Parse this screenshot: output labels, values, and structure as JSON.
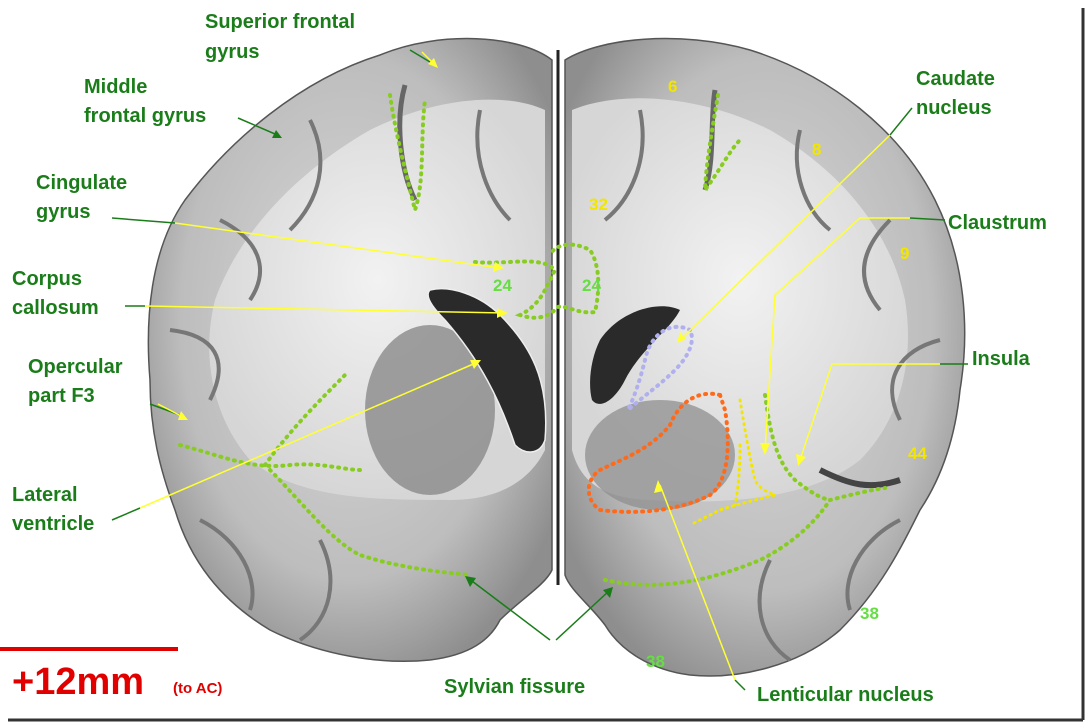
{
  "colors": {
    "label_green": "#1a7d1a",
    "pointer_yellow": "#ffff33",
    "number_yellow": "#f2e600",
    "number_green": "#66dd44",
    "outline_green": "#88cc22",
    "outline_orange": "#ff6a1a",
    "outline_lavender": "#b0b0ee",
    "scale_red": "#e00000"
  },
  "labels": {
    "superior_frontal_1": "Superior frontal",
    "superior_frontal_2": "gyrus",
    "middle_frontal_1": "Middle",
    "middle_frontal_2": "frontal gyrus",
    "cingulate_1": "Cingulate",
    "cingulate_2": "gyrus",
    "corpus_callosum_1": "Corpus",
    "corpus_callosum_2": "callosum",
    "opercular_1": "Opercular",
    "opercular_2": "part F3",
    "lateral_ventricle_1": "Lateral",
    "lateral_ventricle_2": "ventricle",
    "caudate_1": "Caudate",
    "caudate_2": "nucleus",
    "claustrum": "Claustrum",
    "insula": "Insula",
    "sylvian": "Sylvian fissure",
    "lenticular": "Lenticular nucleus"
  },
  "area_numbers": {
    "a6": "6",
    "a8": "8",
    "a32": "32",
    "a9": "9",
    "a24_left": "24",
    "a24_right": "24",
    "a44": "44",
    "a38_right": "38",
    "a38_bottom": "38"
  },
  "scale": {
    "value": "+12mm",
    "reference": "(to AC)"
  }
}
